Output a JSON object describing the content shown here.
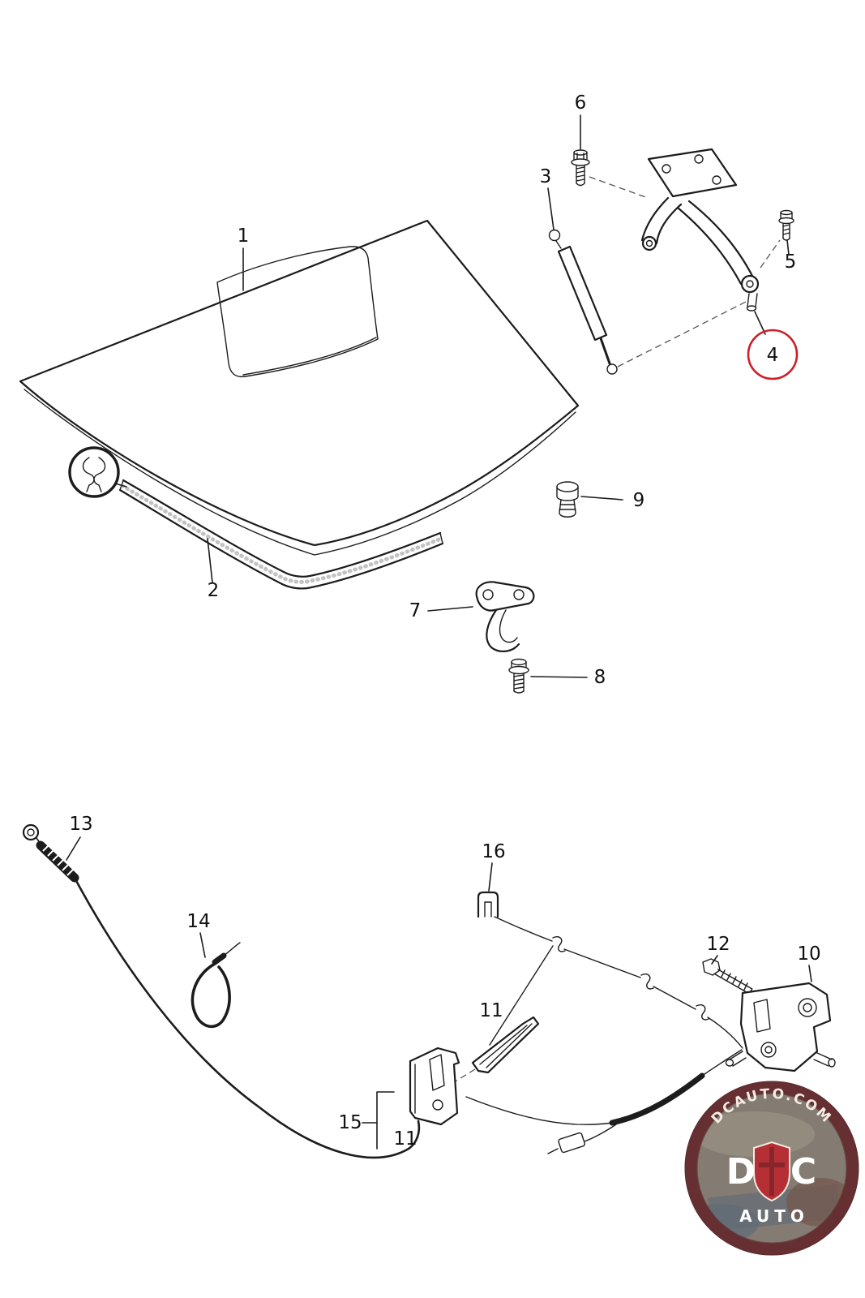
{
  "page": {
    "background": "#ffffff"
  },
  "colors": {
    "line": "#1c1c1c",
    "highlight": "#cc2027",
    "logo_ring": "#5e2427",
    "logo_shield": "#b3242b",
    "logo_text": "#ffffff"
  },
  "callouts": {
    "part1": "1",
    "part2": "2",
    "part3": "3",
    "part4": "4",
    "part5": "5",
    "part6": "6",
    "part7": "7",
    "part8": "8",
    "part9": "9",
    "part10": "10",
    "part11_lever": "11",
    "part11_group": "11",
    "part12": "12",
    "part13": "13",
    "part14": "14",
    "part15": "15",
    "part16": "16"
  },
  "logo": {
    "site": "DCAUTO.COM",
    "brand_left": "D",
    "brand_right": "C",
    "word": "AUTO"
  }
}
